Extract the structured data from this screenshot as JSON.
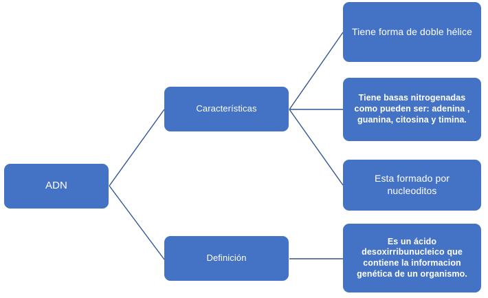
{
  "diagram": {
    "type": "tree-map",
    "title": "ADN",
    "background_color": "#FFFFFF",
    "node_fill_color": "#4472C4",
    "node_text_color": "#FFFFFF",
    "connector_color": "#2F5496",
    "nodes": {
      "root": {
        "label": "ADN"
      },
      "branches": [
        {
          "label": "Características"
        },
        {
          "label": "Definición"
        }
      ],
      "leaves": [
        {
          "label": "Tiene forma de doble hélice",
          "parent": "Características"
        },
        {
          "label": "Tiene basas nitrogenadas como pueden ser: adenina , guanina, citosina y timina.",
          "parent": "Características"
        },
        {
          "label": "Esta formado por nucleoditos",
          "parent": "Características"
        },
        {
          "label": "Es un ácido desoxirribunucleico que contiene la informacion genética de un organismo.",
          "parent": "Definición"
        }
      ]
    }
  }
}
